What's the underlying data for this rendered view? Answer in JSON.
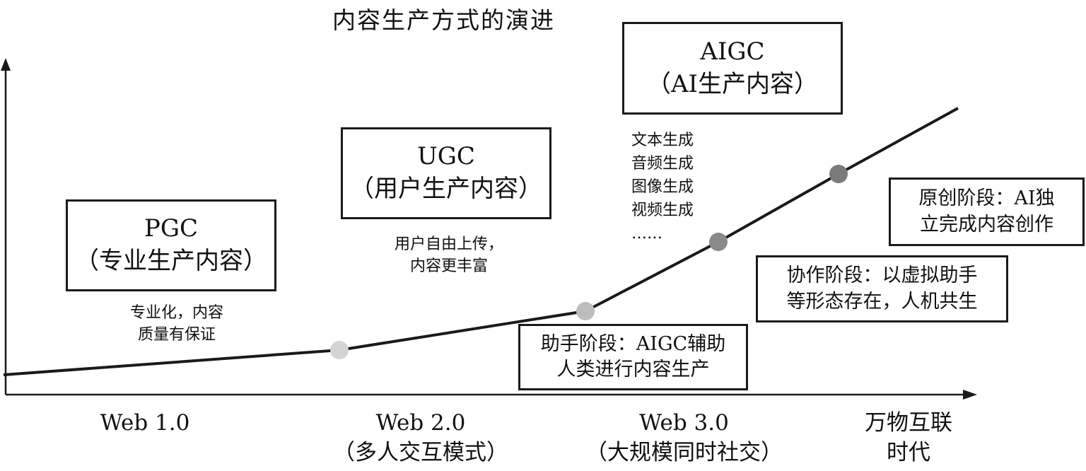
{
  "title": "内容生产方式的演进",
  "eras": [
    {
      "code": "PGC",
      "desc": "（专业生产内容）",
      "note": [
        "专业化，内容",
        "质量有保证"
      ]
    },
    {
      "code": "UGC",
      "desc": "（用户生产内容）",
      "note": [
        "用户自由上传，",
        "内容更丰富"
      ]
    },
    {
      "code": "AIGC",
      "desc": "（AI生产内容）",
      "note": [
        "文本生成",
        "音频生成",
        "图像生成",
        "视频生成",
        "……"
      ]
    }
  ],
  "stages": [
    {
      "line1": "助手阶段：AIGC辅助",
      "line2": "人类进行内容生产"
    },
    {
      "line1": "协作阶段：以虚拟助手",
      "line2": "等形态存在，人机共生"
    },
    {
      "line1": "原创阶段：AI独",
      "line2": "立完成内容创作"
    }
  ],
  "axis_labels": [
    {
      "line1": "Web 1.0",
      "line2": ""
    },
    {
      "line1": "Web 2.0",
      "line2": "（多人交互模式）"
    },
    {
      "line1": "Web 3.0",
      "line2": "（大规模同时社交）"
    },
    {
      "line1": "万物互联",
      "line2": "时代"
    }
  ],
  "colors": {
    "dot1": "#d4d4d4",
    "dot2": "#bdbdbd",
    "dot3": "#8a8a8a",
    "dot4": "#7a7a7a",
    "line": "#1a1a1a"
  }
}
